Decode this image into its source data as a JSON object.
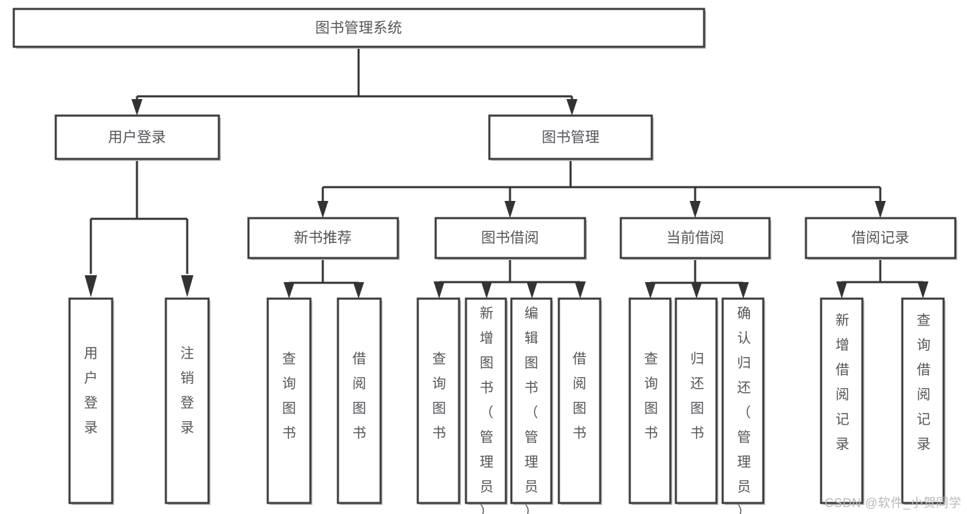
{
  "diagram": {
    "type": "tree",
    "title": "图书管理系统",
    "orientation": "top-down",
    "colors": {
      "stroke": "#333333",
      "box_fill": "#ffffff",
      "text": "#55555a",
      "watermark": "#b9b9b9"
    },
    "root": {
      "label": "图书管理系统"
    },
    "level1": [
      {
        "label": "用户登录"
      },
      {
        "label": "图书管理"
      }
    ],
    "level2": [
      {
        "label": "新书推荐"
      },
      {
        "label": "图书借阅"
      },
      {
        "label": "当前借阅"
      },
      {
        "label": "借阅记录"
      }
    ],
    "leaves": {
      "user_login": [
        {
          "label": "用户登录"
        },
        {
          "label": "注销登录"
        }
      ],
      "new_book": [
        {
          "label": "查询图书"
        },
        {
          "label": "借阅图书"
        }
      ],
      "book_borrow": [
        {
          "label": "查询图书"
        },
        {
          "label": "新增图书（管理员）"
        },
        {
          "label": "编辑图书（管理员）"
        },
        {
          "label": "借阅图书"
        }
      ],
      "current_borrow": [
        {
          "label": "查询图书"
        },
        {
          "label": "归还图书"
        },
        {
          "label": "确认归还（管理员）"
        }
      ],
      "borrow_record": [
        {
          "label": "新增借阅记录"
        },
        {
          "label": "查询借阅记录"
        }
      ]
    }
  },
  "watermark": {
    "text": "CSDN @软件_小贺同学"
  }
}
